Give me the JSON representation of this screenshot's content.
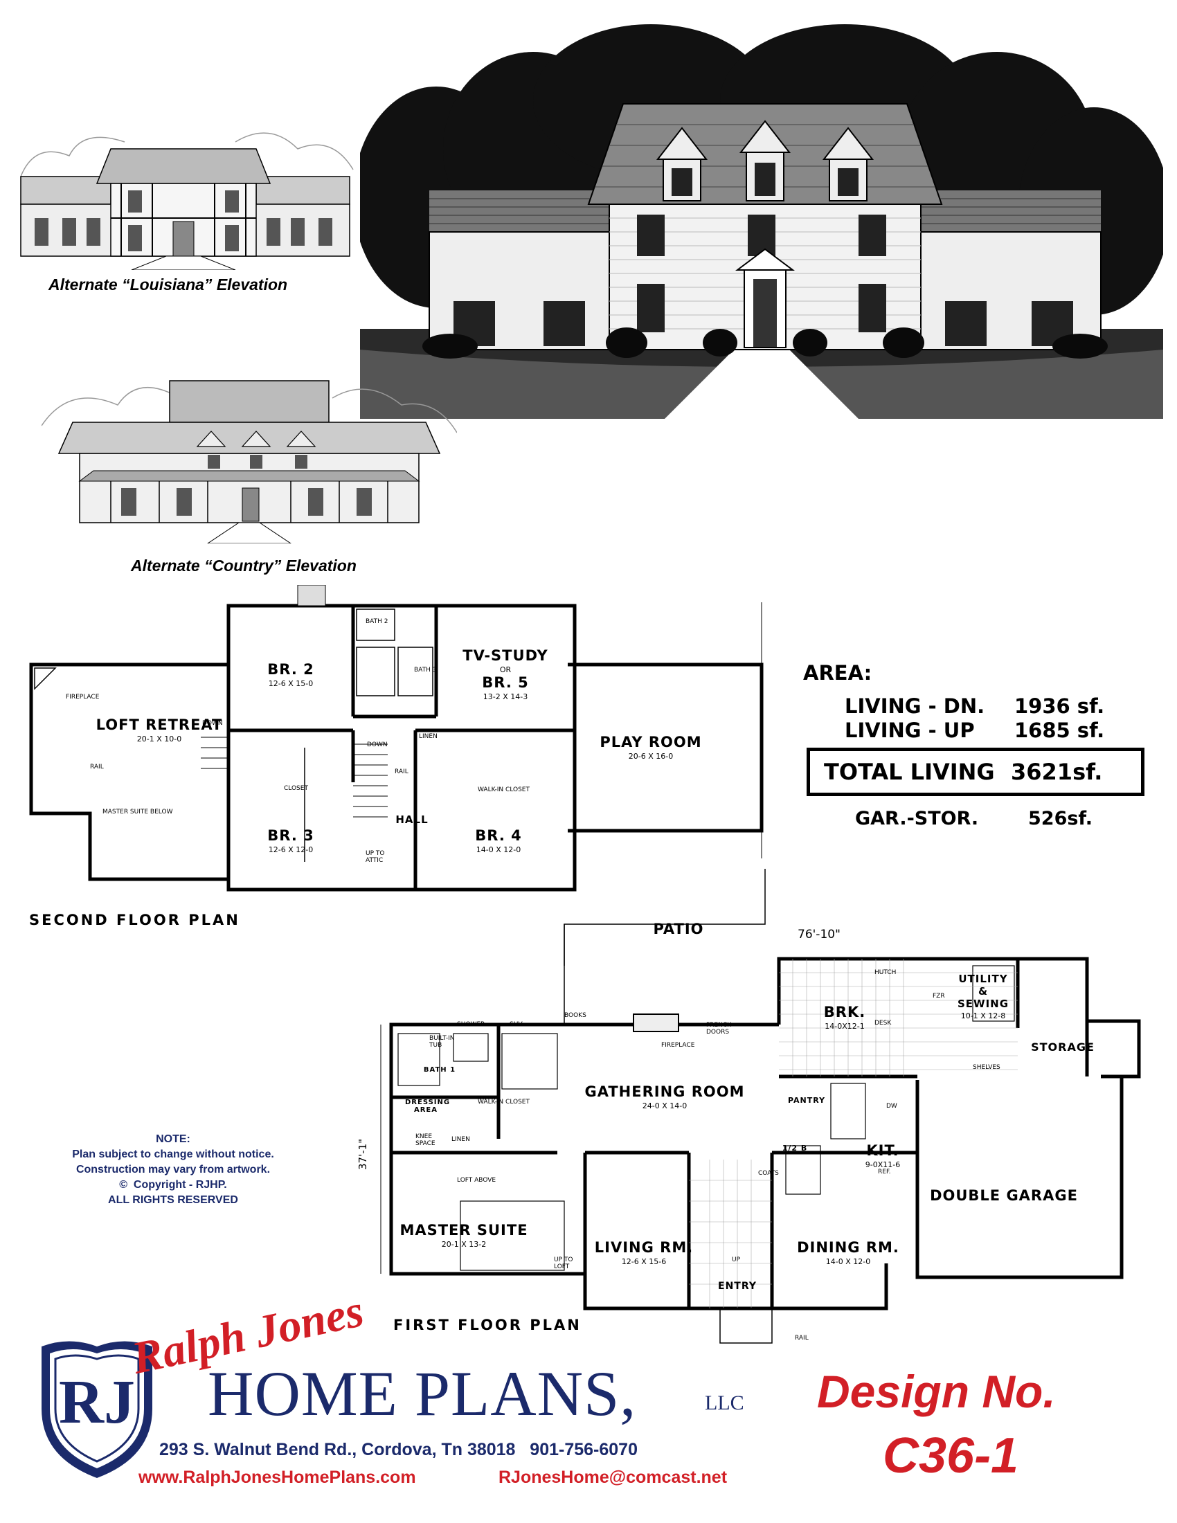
{
  "elevations": {
    "louisiana_caption": "Alternate “Louisiana” Elevation",
    "country_caption": "Alternate “Country” Elevation"
  },
  "second_floor": {
    "title": "SECOND FLOOR PLAN",
    "rooms": {
      "loft": {
        "name": "LOFT RETREAT",
        "dims": "20-1 X 10-0"
      },
      "br2": {
        "name": "BR. 2",
        "dims": "12-6 X 15-0"
      },
      "study_line1": "TV-STUDY",
      "study_or": "OR",
      "br5": {
        "name": "BR. 5",
        "dims": "13-2 X 14-3"
      },
      "play": {
        "name": "PLAY ROOM",
        "dims": "20-6 X 16-0"
      },
      "br3": {
        "name": "BR. 3",
        "dims": "12-6 X 12-0"
      },
      "br4": {
        "name": "BR. 4",
        "dims": "14-0 X 12-0"
      },
      "hall": "HALL"
    },
    "labels": {
      "fireplace": "FIREPLACE",
      "down": "DOWN",
      "rail": "RAIL",
      "master_below": "MASTER SUITE BELOW",
      "closet": "CLOSET",
      "down2": "DOWN",
      "rail2": "RAIL",
      "linen": "LINEN",
      "walkin": "WALK-IN CLOSET",
      "bath2": "BATH 2",
      "bath3": "BATH 3",
      "attic": "UP TO ATTIC"
    }
  },
  "area": {
    "heading": "AREA:",
    "rows": [
      {
        "label": "LIVING - DN.",
        "value": "1936 sf."
      },
      {
        "label": "LIVING - UP",
        "value": "1685 sf."
      }
    ],
    "total_label": "TOTAL LIVING",
    "total_value": "3621sf.",
    "garage_label": "GAR.-STOR.",
    "garage_value": "526sf."
  },
  "first_floor": {
    "title": "FIRST FLOOR PLAN",
    "overall_width": "76'-10\"",
    "overall_depth": "37'-1\"",
    "rooms": {
      "patio": "PATIO",
      "brk": {
        "name": "BRK.",
        "dims": "14-0X12-1"
      },
      "utility": {
        "line1": "UTILITY",
        "line2": "&",
        "line3": "SEWING",
        "dims": "10-1 X 12-8"
      },
      "storage": "STORAGE",
      "gathering": {
        "name": "GATHERING ROOM",
        "dims": "24-0 X 14-0"
      },
      "kit": {
        "name": "KIT.",
        "dims": "9-0X11-6"
      },
      "pantry": "PANTRY",
      "garage": "DOUBLE GARAGE",
      "master": {
        "name": "MASTER SUITE",
        "dims": "20-1 X 13-2"
      },
      "living": {
        "name": "LIVING RM.",
        "dims": "12-6 X 15-6"
      },
      "dining": {
        "name": "DINING RM.",
        "dims": "14-0 X 12-0"
      },
      "entry": "ENTRY",
      "dressing": "DRESSING AREA",
      "bath1": "BATH 1",
      "half_bath": "1/2 B"
    },
    "labels": {
      "hutch": "HUTCH",
      "desk": "DESK",
      "shelves": "SHELVES",
      "fzr": "FZR",
      "french_doors": "FRENCH DOORS",
      "fireplace": "FIREPLACE",
      "books": "BOOKS",
      "shower": "SHOWER",
      "shv": "SHV",
      "tub": "BUILT-IN TUB",
      "walkin": "WALK-IN CLOSET",
      "knee": "KNEE SPACE",
      "linen": "LINEN",
      "loft_above": "LOFT ABOVE",
      "up_loft": "UP TO LOFT",
      "coats": "COATS",
      "up": "UP",
      "rail": "RAIL",
      "dw": "DW",
      "ref": "REF."
    }
  },
  "note": {
    "heading": "NOTE:",
    "line1": "Plan subject to change without notice.",
    "line2": "Construction may vary from artwork.",
    "copyright": "Copyright - RJHP.",
    "rights": "ALL RIGHTS RESERVED"
  },
  "brand": {
    "monogram": "RJ",
    "script": "Ralph Jones",
    "name": "HOME PLANS,",
    "llc": "LLC",
    "address": "293 S. Walnut Bend Rd., Cordova, Tn 38018   901-756-6070",
    "website": "www.RalphJonesHomePlans.com",
    "email": "RJonesHome@comcast.net",
    "design_label": "Design No.",
    "design_number": "C36-1",
    "colors": {
      "red": "#d21f26",
      "navy": "#1b2a6b"
    }
  }
}
